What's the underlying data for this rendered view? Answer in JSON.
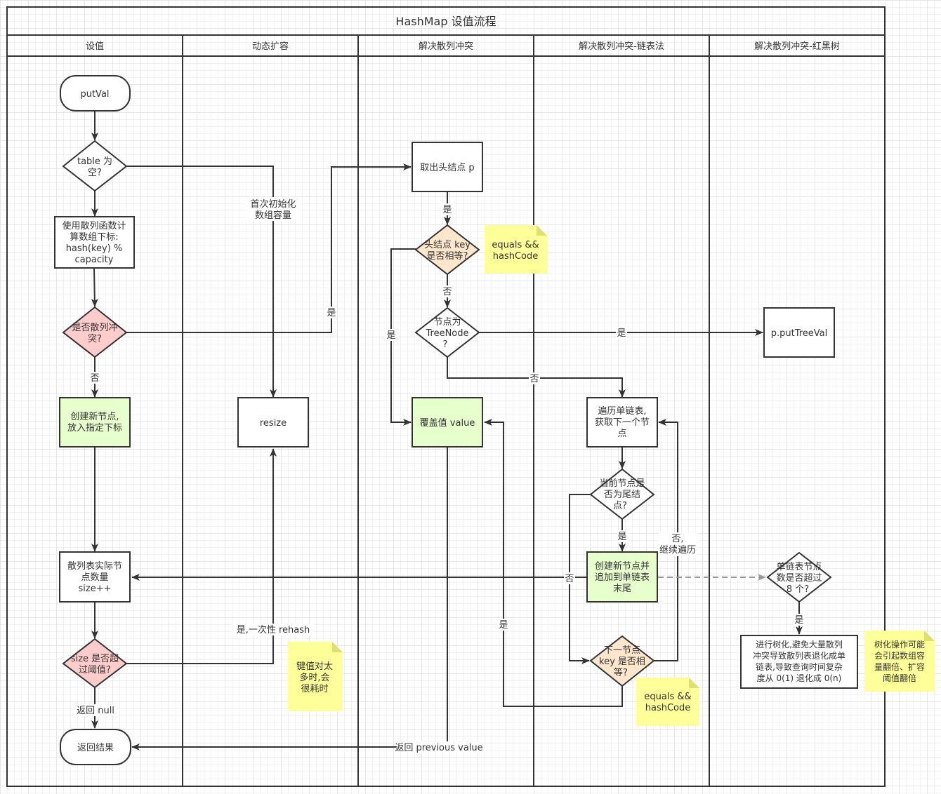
{
  "title": "HashMap 设值流程",
  "lanes": [
    "设值",
    "动态扩容",
    "解决散列冲突",
    "解决散列冲突-链表法",
    "解决散列冲突-红黑树"
  ],
  "nodes": {
    "putval": "putVal",
    "table_empty": [
      "table 为",
      "空?"
    ],
    "calc_index": [
      "使用散列函数计",
      "算数组下标:",
      "hash(key) %",
      "capacity"
    ],
    "is_collision": [
      "是否散列冲",
      "突?"
    ],
    "create_node": [
      "创建新节点,",
      "放入指定下标"
    ],
    "size_inc": [
      "散列表实际节",
      "点数量",
      "size++"
    ],
    "size_threshold": [
      "size 是否超",
      "过阈值?"
    ],
    "return_result": "返回结果",
    "resize": "resize",
    "take_head": "取出头结点 p",
    "head_key_equal": [
      "头结点 key",
      "是否相等?"
    ],
    "is_treenode": [
      "节点为",
      "TreeNode",
      "?"
    ],
    "override_value": "覆盖值 value",
    "traverse_list": [
      "遍历单链表,",
      "获取下一个节",
      "点"
    ],
    "is_tail": [
      "当前节点是",
      "否为尾结",
      "点?"
    ],
    "append_tail": [
      "创建新节点并",
      "追加到单链表",
      "末尾"
    ],
    "next_key_equal": [
      "下一节点",
      "key 是否相",
      "等?"
    ],
    "put_tree_val": "p.putTreeVal",
    "list_over_8": [
      "单链表节点",
      "数是否超过",
      "8 个?"
    ],
    "treeify": [
      "进行树化,避免大量散列",
      "冲突导致散列表退化成单",
      "链表,导致查询时间复杂",
      "度从 0(1) 退化成 0(n)"
    ]
  },
  "notes": {
    "note_equals_1": [
      "equals &&",
      "hashCode"
    ],
    "note_rehash": [
      "键值对太",
      "多时,会",
      "很耗时"
    ],
    "note_equals_2": [
      "equals &&",
      "hashCode"
    ],
    "note_tree": [
      "树化操作可能",
      "会引起数组容",
      "量翻倍、扩容",
      "阈值翻倍"
    ]
  },
  "edge_labels": {
    "first_init": [
      "首次初始化",
      "数组容量"
    ],
    "yes_to_head": "是",
    "no_create": "否",
    "return_null": "返回 null",
    "yes_rehash": "是,一次性 rehash",
    "yes_key_eq": "是",
    "no_key_eq": "否",
    "yes_head_override": "是",
    "yes_treenode": "是",
    "no_treenode": "否",
    "yes_tail": "是",
    "no_tail_continue": [
      "否,",
      "继续遍历"
    ],
    "no_next_key": "否",
    "yes_next_override": "是",
    "yes_list_over_8": "是",
    "return_previous": "返回 previous value"
  },
  "colors": {
    "stroke": "#333333",
    "diamond_pink": "#ffcccc",
    "diamond_orange": "#ffe6cc",
    "process_green": "#e6ffcc",
    "note_yellow": "#ffff99",
    "dashed_edge": "#999999"
  }
}
